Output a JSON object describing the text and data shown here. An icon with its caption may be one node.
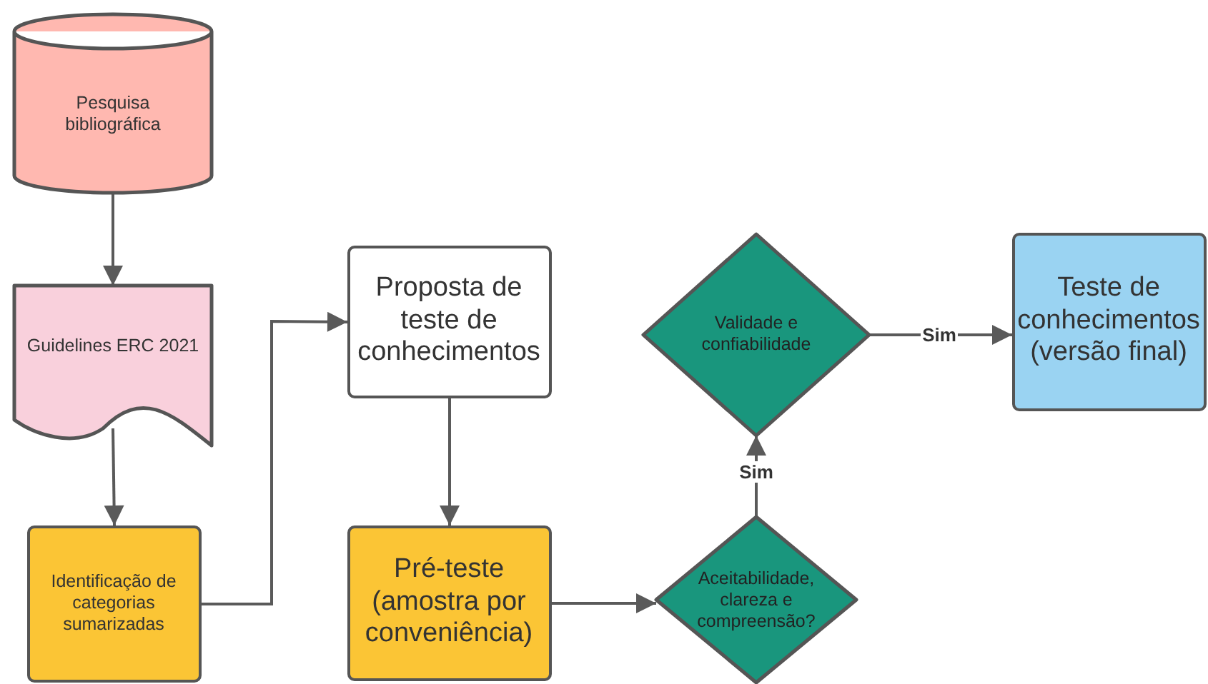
{
  "diagram": {
    "nodes": [
      {
        "text": [
          "Pesquisa bibliográfica"
        ]
      },
      {
        "text": [
          "Guidelines ERC 2021"
        ]
      },
      {
        "text": [
          "Identificação de categorias sumarizadas"
        ]
      },
      {
        "text": [
          "Proposta de teste de conhecimentos"
        ]
      },
      {
        "text": [
          "Pré-teste (amostra por conveniência)"
        ]
      },
      {
        "text": [
          "Aceitabilidade, clareza e compreensão?"
        ]
      },
      {
        "text": [
          "Validade e confiabilidade"
        ]
      },
      {
        "text": [
          "Teste de conhecimentos (versão final)"
        ]
      }
    ],
    "edges": [
      {
        "from": 0,
        "to": 1,
        "arrow": "to"
      },
      {
        "from": 1,
        "to": 2,
        "arrow": "to"
      },
      {
        "from": 2,
        "to": 3,
        "arrow": "to"
      },
      {
        "from": 3,
        "to": 4,
        "arrow": "to"
      },
      {
        "from": 4,
        "to": 5,
        "arrow": "to"
      },
      {
        "from": 5,
        "to": 6,
        "label": "Sim",
        "arrow": "to"
      },
      {
        "from": 6,
        "to": 7,
        "label": "Sim",
        "arrow": "to"
      }
    ]
  }
}
